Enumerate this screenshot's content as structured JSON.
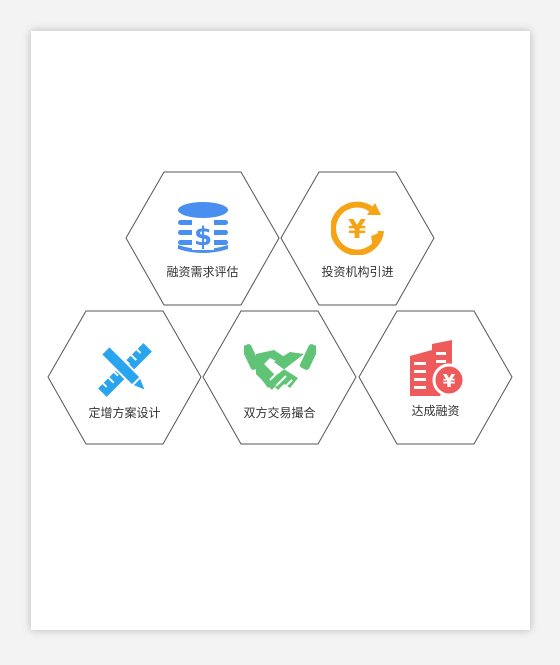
{
  "services": [
    {
      "label": "融资需求评估",
      "icon": "database-dollar-icon",
      "color": "#4a8ff0"
    },
    {
      "label": "投资机构引进",
      "icon": "yen-refresh-icon",
      "color": "#f5a416"
    },
    {
      "label": "定增方案设计",
      "icon": "ruler-pencil-icon",
      "color": "#29a4ee"
    },
    {
      "label": "双方交易撮合",
      "icon": "handshake-icon",
      "color": "#5fc476"
    },
    {
      "label": "达成融资",
      "icon": "building-yen-icon",
      "color": "#ef5a5a"
    }
  ],
  "hex_border_color": "#555555"
}
